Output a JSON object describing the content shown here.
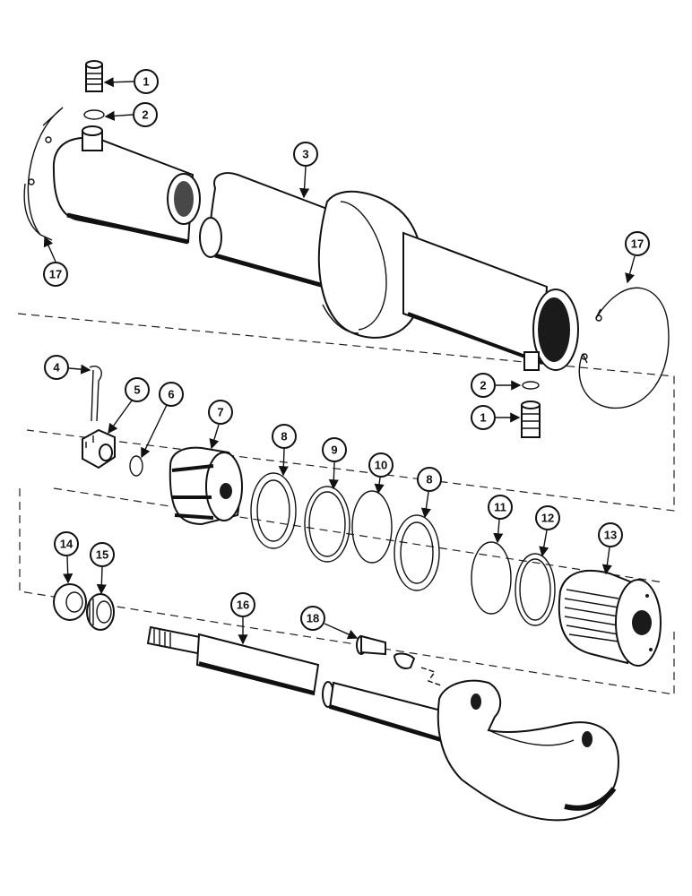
{
  "callouts": [
    {
      "label": "1"
    },
    {
      "label": "2"
    },
    {
      "label": "3"
    },
    {
      "label": "17"
    },
    {
      "label": "17"
    },
    {
      "label": "2"
    },
    {
      "label": "1"
    },
    {
      "label": "4"
    },
    {
      "label": "5"
    },
    {
      "label": "6"
    },
    {
      "label": "7"
    },
    {
      "label": "8"
    },
    {
      "label": "9"
    },
    {
      "label": "10"
    },
    {
      "label": "8"
    },
    {
      "label": "11"
    },
    {
      "label": "12"
    },
    {
      "label": "13"
    },
    {
      "label": "14"
    },
    {
      "label": "15"
    },
    {
      "label": "16"
    },
    {
      "label": "18"
    }
  ]
}
